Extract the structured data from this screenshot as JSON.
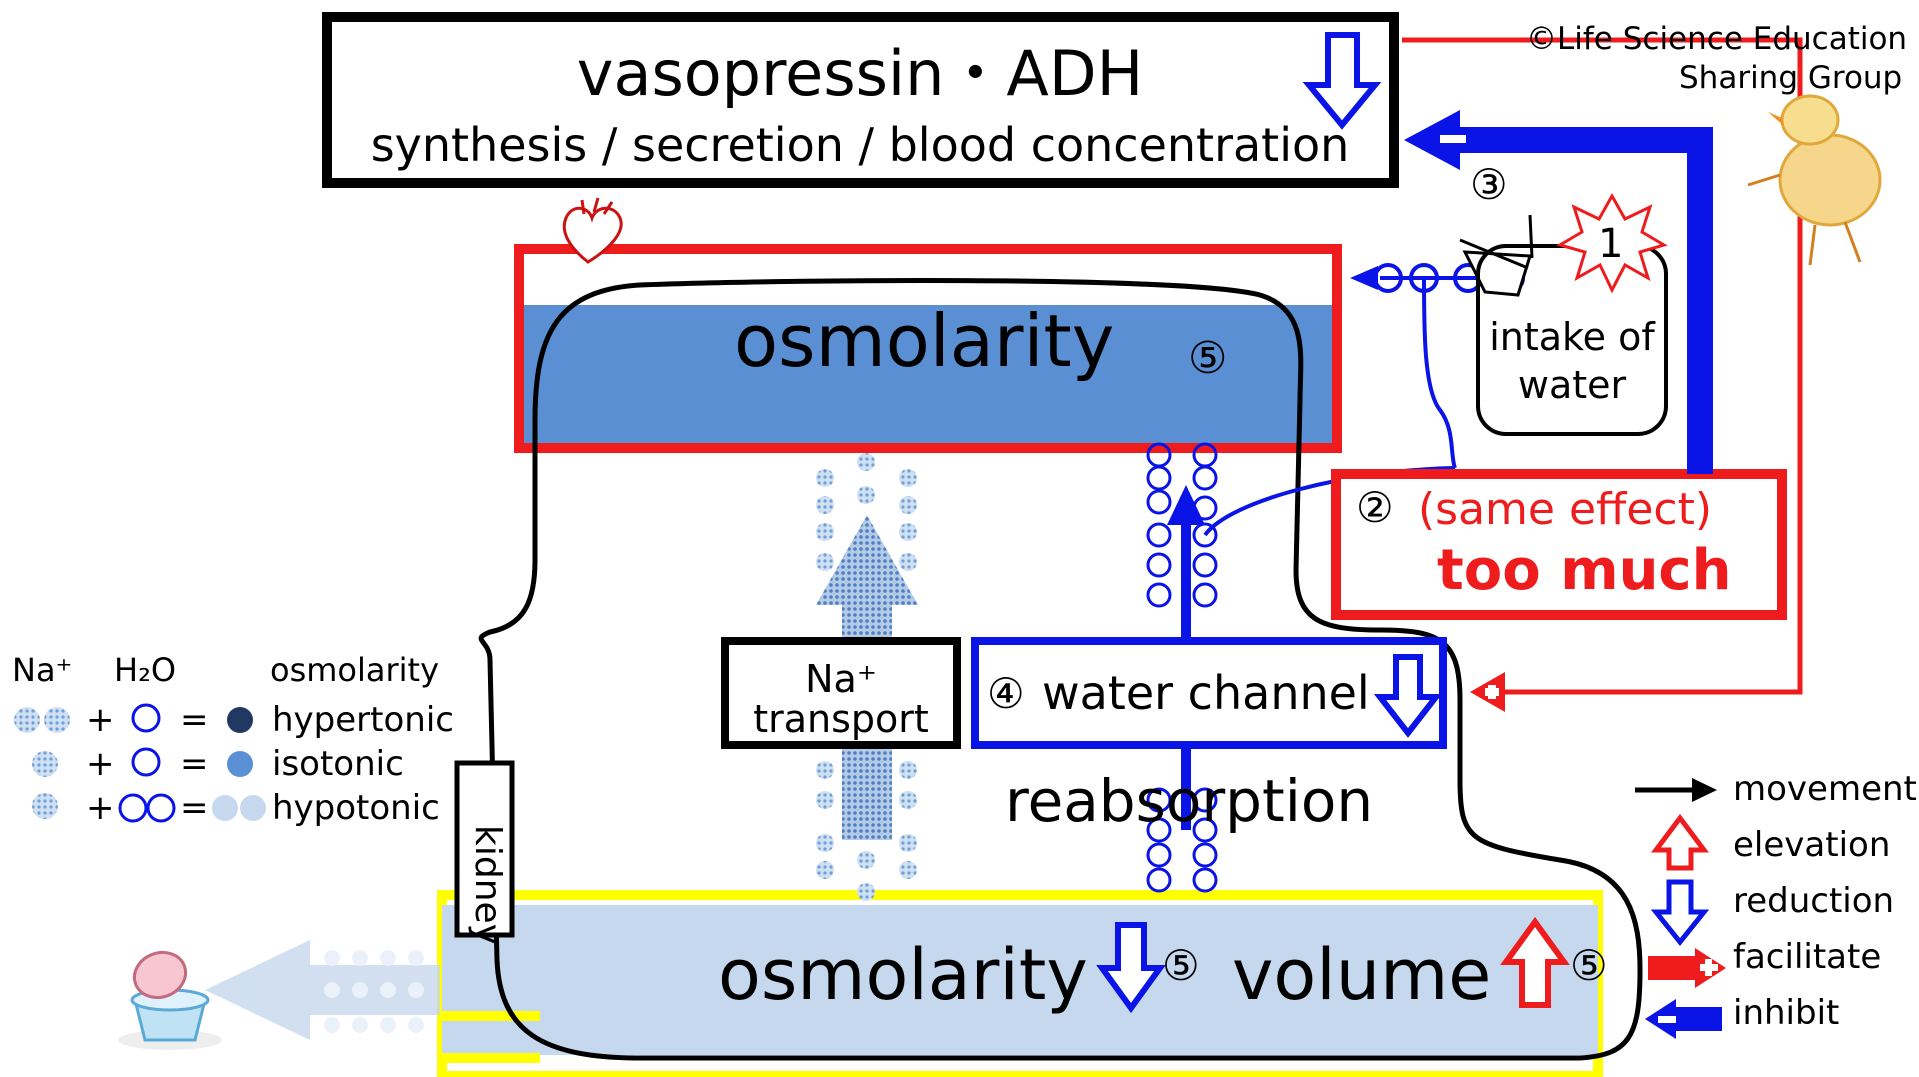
{
  "copyright": {
    "line1": "©Life Science Education",
    "line2": "Sharing Group"
  },
  "adh_box": {
    "title": "vasopressin・ADH",
    "subtitle": "synthesis / secretion / blood concentration"
  },
  "blood": {
    "label": "osmolarity",
    "marker": "⑤"
  },
  "step3": "③",
  "intake": {
    "marker": "1",
    "label1": "intake of",
    "label2": "water"
  },
  "too_much": {
    "line1_marker": "②",
    "line1_text": "(same effect)",
    "line2": "too much"
  },
  "na_transport": {
    "line1": "Na⁺",
    "line2": "transport"
  },
  "water_channel": {
    "marker": "④",
    "label": "water channel"
  },
  "reabsorption": "reabsorption",
  "kidney": "kidney",
  "urine": {
    "osmolarity": "osmolarity",
    "marker1": "⑤",
    "volume": "volume",
    "marker2": "⑤"
  },
  "legend_left": {
    "headers": [
      "Na⁺",
      "H₂O",
      "osmolarity"
    ],
    "rows": [
      {
        "plus": "+",
        "eq": "=",
        "label": "hypertonic"
      },
      {
        "plus": "+",
        "eq": "=",
        "label": "isotonic"
      },
      {
        "plus": "+",
        "eq": "=",
        "label": "hypotonic"
      }
    ]
  },
  "legend_right": [
    {
      "icon": "black-arrow-icon",
      "label": "movement"
    },
    {
      "icon": "red-up-arrow-icon",
      "label": "elevation"
    },
    {
      "icon": "blue-down-arrow-icon",
      "label": "reduction"
    },
    {
      "icon": "red-plus-arrow-icon",
      "label": "facilitate"
    },
    {
      "icon": "blue-minus-arrow-icon",
      "label": "inhibit"
    }
  ],
  "colors": {
    "red": "#ee1c1c",
    "blue": "#0a14e6",
    "blood_blue": "#5a8fd4",
    "urine_blue": "#c6d8ee",
    "yellow": "#ffff00",
    "dark_dot": "#1f3864"
  }
}
